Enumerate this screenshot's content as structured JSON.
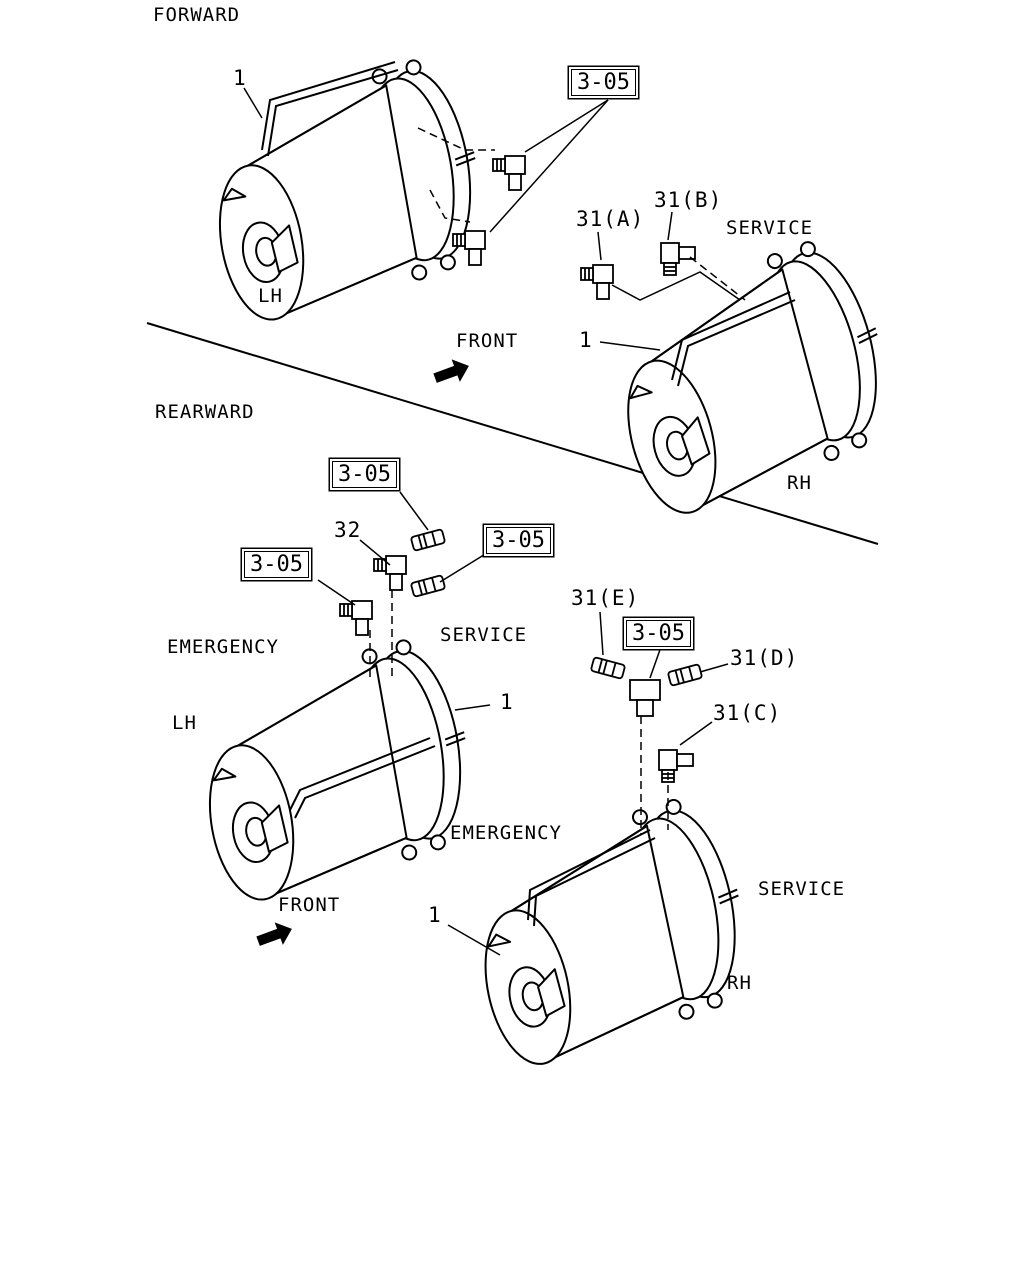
{
  "sections": {
    "forward": "FORWARD",
    "rearward": "REARWARD"
  },
  "labels": {
    "lh_top": "LH",
    "rh_top": "RH",
    "lh_bottom": "LH",
    "rh_bottom": "RH",
    "front_top": "FRONT",
    "front_bottom": "FRONT",
    "service_top": "SERVICE",
    "service_bottom_left": "SERVICE",
    "service_bottom_right": "SERVICE",
    "emergency_bottom_left": "EMERGENCY",
    "emergency_bottom_right": "EMERGENCY"
  },
  "callouts": {
    "part1_a": "1",
    "part1_b": "1",
    "part1_c": "1",
    "part1_d": "1",
    "p31a": "31(A)",
    "p31b": "31(B)",
    "p31c": "31(C)",
    "p31d": "31(D)",
    "p31e": "31(E)",
    "p32": "32"
  },
  "refs": {
    "r1": "3-05",
    "r2": "3-05",
    "r3": "3-05",
    "r4": "3-05",
    "r5": "3-05"
  },
  "icons": {
    "arrow": "front-arrow-icon",
    "chamber": "brake-chamber-illustration",
    "fitting": "pipe-fitting-illustration"
  },
  "colors": {
    "ink": "#000000",
    "paper": "#ffffff"
  }
}
